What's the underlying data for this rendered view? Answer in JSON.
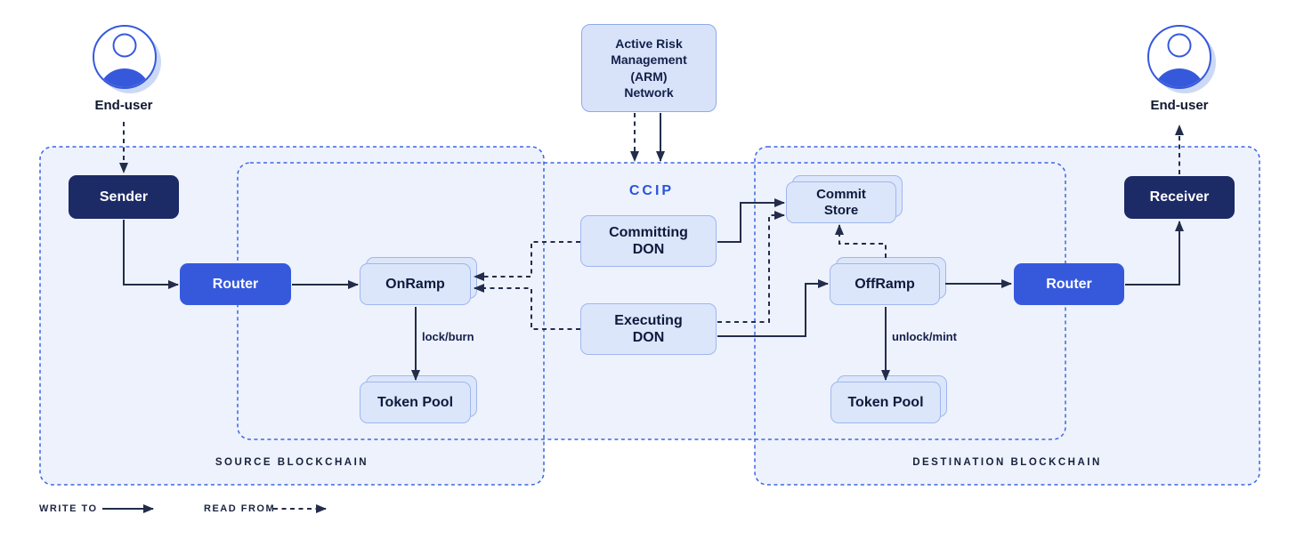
{
  "containers": {
    "source": {
      "label": "SOURCE BLOCKCHAIN"
    },
    "ccip": {
      "label": "CCIP"
    },
    "destination": {
      "label": "DESTINATION BLOCKCHAIN"
    }
  },
  "nodes": {
    "end_user_left": {
      "label": "End-user"
    },
    "end_user_right": {
      "label": "End-user"
    },
    "arm": {
      "lines": [
        "Active Risk",
        "Management",
        "(ARM)",
        "Network"
      ]
    },
    "sender": {
      "label": "Sender"
    },
    "source_router": {
      "label": "Router"
    },
    "onramp": {
      "label": "OnRamp"
    },
    "source_token_pool": {
      "label": "Token Pool"
    },
    "committing_don": {
      "lines": [
        "Committing",
        "DON"
      ]
    },
    "executing_don": {
      "lines": [
        "Executing",
        "DON"
      ]
    },
    "commit_store": {
      "lines": [
        "Commit",
        "Store"
      ]
    },
    "offramp": {
      "label": "OffRamp"
    },
    "dest_token_pool": {
      "label": "Token Pool"
    },
    "dest_router": {
      "label": "Router"
    },
    "receiver": {
      "label": "Receiver"
    }
  },
  "edge_labels": {
    "lock_burn": "lock/burn",
    "unlock_mint": "unlock/mint"
  },
  "legend": {
    "write_to": "WRITE TO",
    "read_from": "READ FROM"
  },
  "colors": {
    "navy_box": "#1c2a66",
    "blue_box": "#3659dc",
    "light_box_fill": "#dce6fa",
    "light_box_border": "#9fb6ef",
    "container_fill": "#eef2fc",
    "container_border": "#3c67e2",
    "ccip_text": "#2b55d8",
    "arrow": "#232d4b"
  }
}
